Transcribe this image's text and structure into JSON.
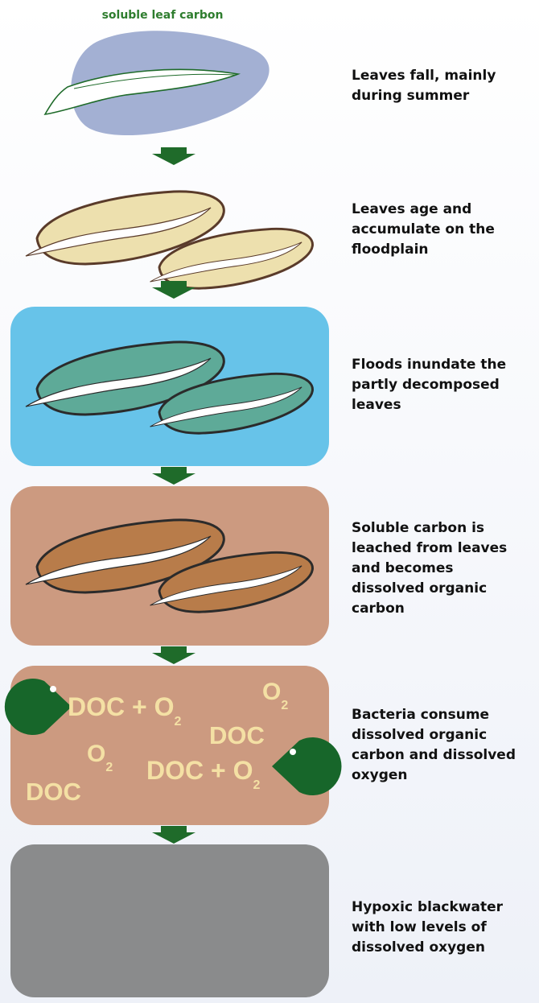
{
  "top_label": "soluble leaf carbon",
  "stages": [
    {
      "id": "leaf-fall",
      "caption": "Leaves fall, mainly\nduring summer"
    },
    {
      "id": "accumulate",
      "caption": "Leaves age and\naccumulate on the\nfloodplain"
    },
    {
      "id": "flood",
      "caption": "Floods inundate the\npartly decomposed\nleaves"
    },
    {
      "id": "leach",
      "caption": "Soluble carbon is\nleached from leaves\nand becomes\ndissolved organic\ncarbon"
    },
    {
      "id": "bacteria",
      "caption": "Bacteria consume\ndissolved organic\ncarbon and dissolved\noxygen"
    },
    {
      "id": "hypoxic",
      "caption": "Hypoxic blackwater\nwith low levels of\ndissolved oxygen"
    }
  ],
  "bacteria_panel": {
    "doc": "DOC",
    "doc_plus_o2": "DOC + O",
    "oxygen": "O",
    "subscript": "2"
  },
  "colors": {
    "label_green": "#2e7d2e",
    "arrow_green": "#1f6b2a",
    "blob_blue": "#a3b0d3",
    "flood_blue": "#67c3e9",
    "leach_brown": "#cc9a80",
    "hypoxic_grey": "#8a8b8c",
    "dry_leaf": "#ede0ae",
    "wet_leaf": "#5eaa98",
    "brown_leaf": "#b87c4a",
    "doc_text": "#f4e0a4",
    "bacteria": "#17662a"
  }
}
